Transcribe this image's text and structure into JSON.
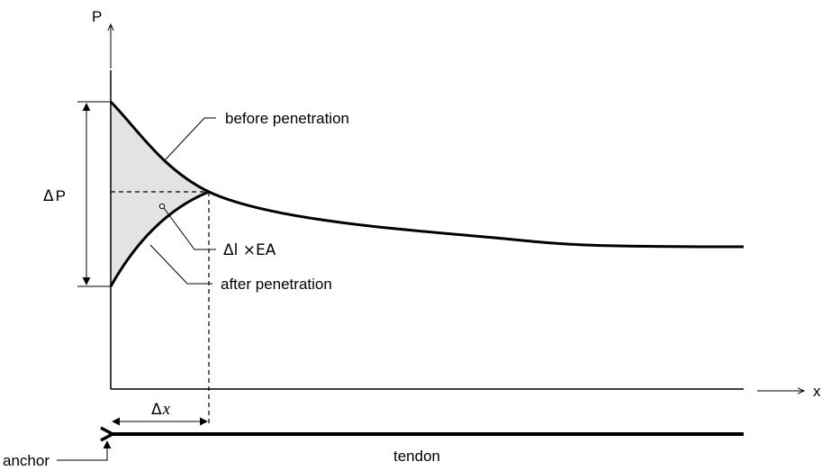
{
  "axes": {
    "y_label": "P",
    "x_label": "x"
  },
  "curves": {
    "before_label": "before penetration",
    "after_label": "after penetration"
  },
  "annotations": {
    "delta_p_symbol": "Δ",
    "delta_p_letter": "P",
    "area_label": "Δl ×EA",
    "delta_x_symbol": "Δ",
    "delta_x_letter": "x"
  },
  "bottom": {
    "anchor_label": "anchor",
    "tendon_label": "tendon"
  },
  "colors": {
    "shaded_region": "#e3e3e3",
    "line": "#000000"
  }
}
